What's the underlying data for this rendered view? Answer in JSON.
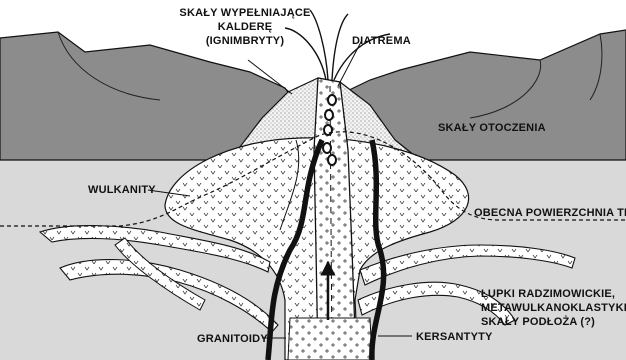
{
  "diagram": {
    "labels": {
      "caldera_fill": [
        "SKAŁY WYPEŁNIAJĄCE",
        "KALDERĘ",
        "(IGNIMBRYTY)"
      ],
      "diatreme": "DIATREMA",
      "country_rocks": "SKAŁY OTOCZENIA",
      "volcanites": "WULKANITY",
      "present_surface": "OBECNA POWIERZCHNIA TERENU",
      "basement": [
        "ŁUPKI RADZIMOWICKIE,",
        "METAWULKANOKLASTYKI,",
        "SKAŁY PODŁOŻA (?)"
      ],
      "granitoids": "GRANITOIDY",
      "kersantites": "KERSANTYTY"
    },
    "colors": {
      "country_rock": "#8c8c8c",
      "basement": "#d9d9d9",
      "ignimbrite": "#e8e8e8",
      "volcanic_fill": "#ffffff",
      "outline": "#111111"
    }
  }
}
